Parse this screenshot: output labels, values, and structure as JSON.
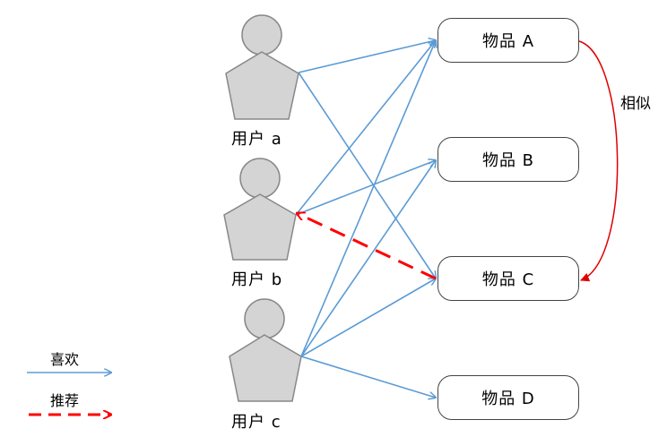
{
  "users": [
    {
      "id": "a",
      "label": "用户 a"
    },
    {
      "id": "b",
      "label": "用户 b"
    },
    {
      "id": "c",
      "label": "用户 c"
    }
  ],
  "items": [
    {
      "id": "A",
      "label": "物品 A"
    },
    {
      "id": "B",
      "label": "物品 B"
    },
    {
      "id": "C",
      "label": "物品 C"
    },
    {
      "id": "D",
      "label": "物品 D"
    }
  ],
  "likes": [
    {
      "from": "a",
      "to": "A"
    },
    {
      "from": "a",
      "to": "C"
    },
    {
      "from": "b",
      "to": "A"
    },
    {
      "from": "b",
      "to": "B"
    },
    {
      "from": "c",
      "to": "A"
    },
    {
      "from": "c",
      "to": "B"
    },
    {
      "from": "c",
      "to": "C"
    },
    {
      "from": "c",
      "to": "D"
    }
  ],
  "recommendations": [
    {
      "from": "C",
      "to": "b"
    }
  ],
  "similarity": {
    "between": [
      "A",
      "C"
    ],
    "label": "相似"
  },
  "legend": {
    "like_label": "喜欢",
    "recommend_label": "推荐"
  },
  "colors": {
    "like": "#5b9bd5",
    "recommend": "#ff0000",
    "similar": "#e00000",
    "user_fill": "#d4d4d4"
  }
}
